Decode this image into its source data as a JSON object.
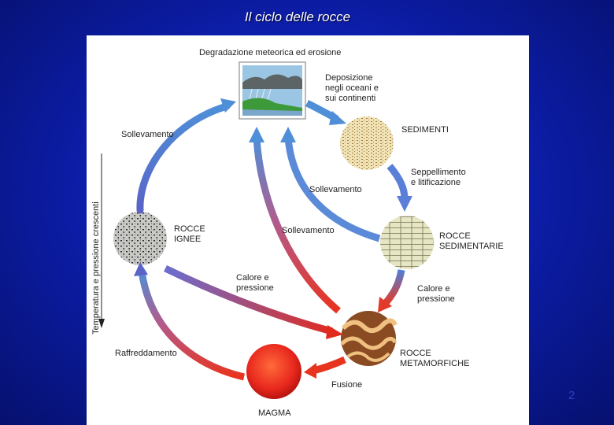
{
  "slide": {
    "title": "Il ciclo delle rocce",
    "page_number": "2"
  },
  "diagram": {
    "top_label": "Degradazione meteorica ed erosione",
    "deposition_label": "Deposizione\nnegli oceani e\nsui continenti",
    "sediments_label": "SEDIMENTI",
    "burial_label": "Seppellimento\ne litificazione",
    "sedimentary_label": "ROCCE\nSEDIMENTARIE",
    "heat_pressure_right_label": "Calore e\npressione",
    "metamorphic_label": "ROCCE\nMETAMORFICHE",
    "melting_label": "Fusione",
    "magma_label": "MAGMA",
    "cooling_label": "Raffreddamento",
    "igneous_label": "ROCCE\nIGNEE",
    "uplift_left_label": "Sollevamento",
    "uplift_inner_label": "Sollevamento",
    "uplift_center_label": "Sollevamento",
    "heat_pressure_center_label": "Calore e\npressione",
    "axis_label": "Temperatura e pressione crescenti",
    "colors": {
      "cool_arrow": "#4a6fd6",
      "warm_arrow": "#e23b2a",
      "magma": "#e8281e",
      "slide_bg": "#0d1fb0"
    }
  }
}
